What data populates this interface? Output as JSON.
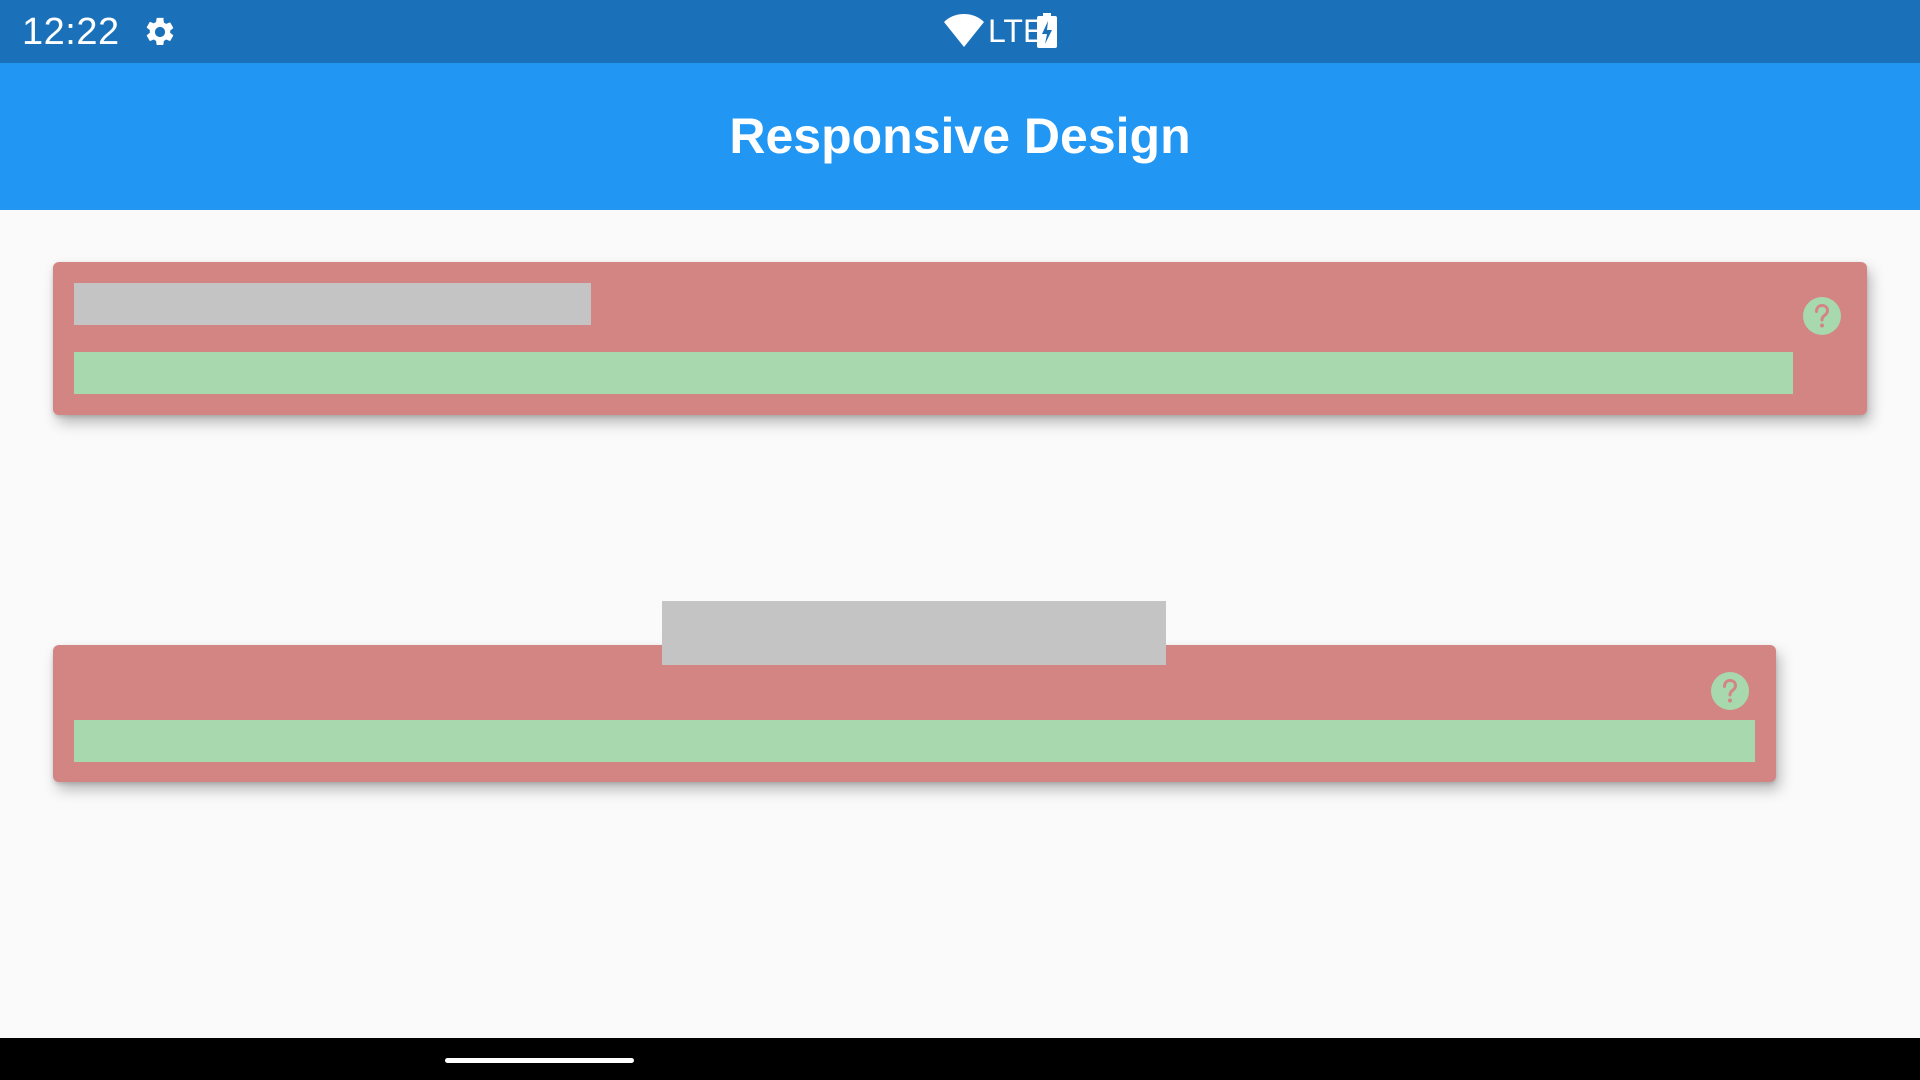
{
  "status_bar": {
    "time": "12:22",
    "network": "LTE",
    "icons": [
      "gear-icon",
      "wifi-icon",
      "battery-charging-icon"
    ],
    "background_color": "#1A71B9"
  },
  "app_bar": {
    "title": "Responsive Design",
    "background_color": "#2196F3"
  },
  "cards": [
    {
      "background_color": "#D38584",
      "bar_color": "#A7D8AE",
      "placeholder_color": "#C4C4C4",
      "icon": "help-circle-icon"
    },
    {
      "background_color": "#D38584",
      "bar_color": "#A7D8AE",
      "placeholder_color": "#C4C4C4",
      "icon": "help-circle-icon"
    }
  ],
  "nav_bar": {
    "background_color": "#000000"
  }
}
